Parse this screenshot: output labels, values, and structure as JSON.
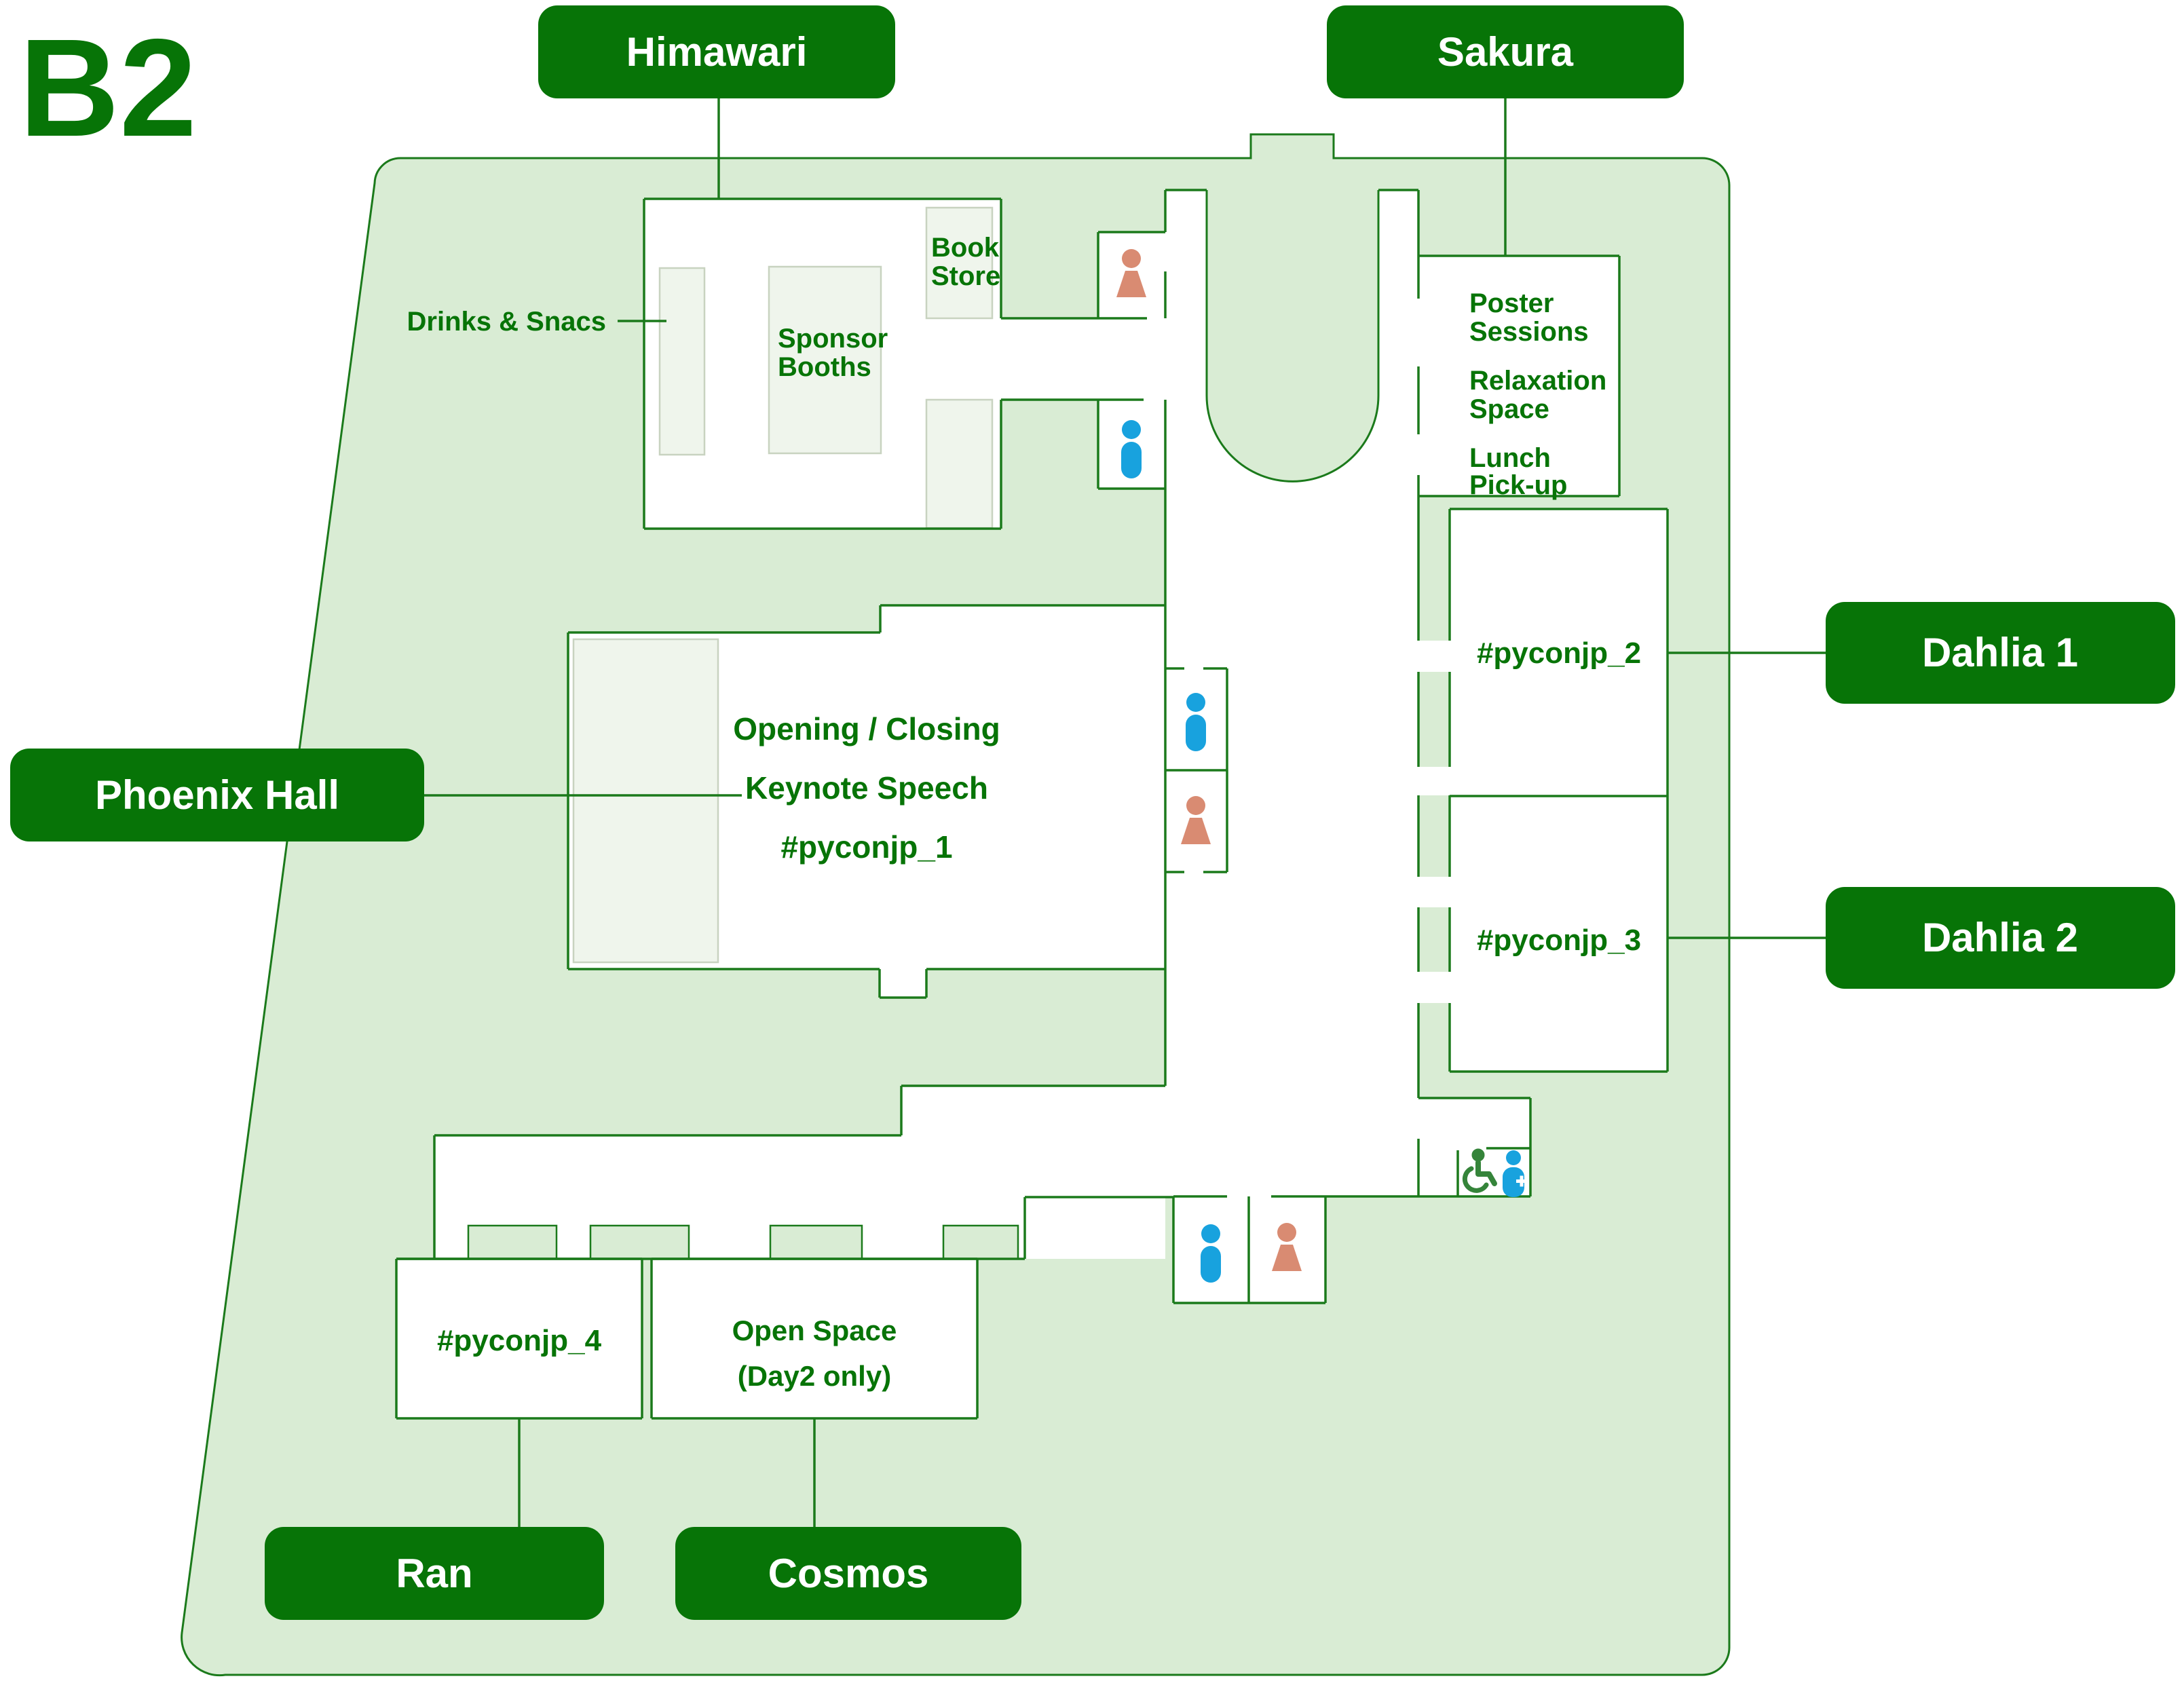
{
  "page": {
    "title": "B2"
  },
  "labels": {
    "himawari": "Himawari",
    "sakura": "Sakura",
    "phoenix": "Phoenix Hall",
    "dahlia1": "Dahlia 1",
    "dahlia2": "Dahlia 2",
    "ran": "Ran",
    "cosmos": "Cosmos"
  },
  "rooms": {
    "himawari": {
      "drinks": "Drinks & Snacs",
      "sponsor_booths": [
        "Sponsor",
        "Booths"
      ],
      "book_store": [
        "Book",
        "Store"
      ]
    },
    "sakura": {
      "lines": [
        "Poster",
        "Sessions",
        "Relaxation",
        "Space",
        "Lunch",
        "Pick-up"
      ]
    },
    "phoenix": {
      "lines": [
        "Opening / Closing",
        "Keynote Speech",
        "#pyconjp_1"
      ]
    },
    "pyconjp2": "#pyconjp_2",
    "pyconjp3": "#pyconjp_3",
    "pyconjp4": "#pyconjp_4",
    "open_space": {
      "lines": [
        "Open Space",
        "(Day2 only)"
      ]
    }
  },
  "icons": {
    "male_toilet": "man-silhouette",
    "female_toilet": "woman-silhouette",
    "wheelchair": "wheelchair-accessible",
    "multipurpose": "person-with-medical-cross"
  },
  "colors": {
    "label_green": "#077407",
    "wall_green": "#1b7a1b",
    "floor_green": "#d9ecd4",
    "furniture_fill": "#eff5ec",
    "toilet_blue": "#18a2de",
    "toilet_pink": "#d98b72",
    "wheelchair_green": "#35843a"
  }
}
